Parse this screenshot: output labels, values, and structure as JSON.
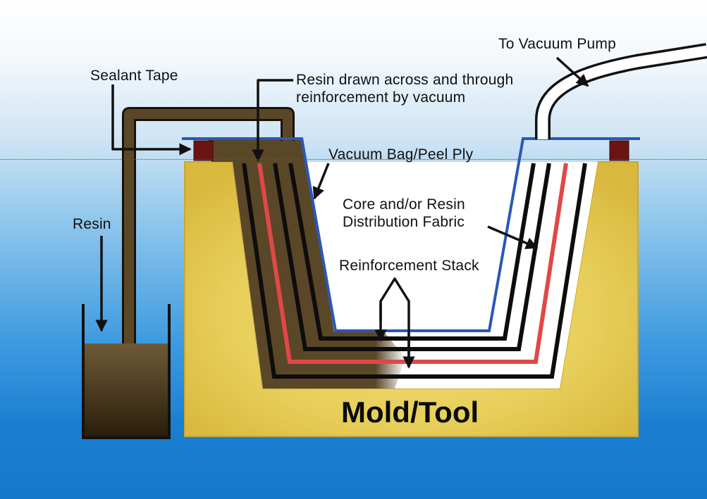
{
  "labels": {
    "to_vacuum_pump": "To Vacuum Pump",
    "sealant_tape": "Sealant Tape",
    "resin_drawn_line1": "Resin drawn across and through",
    "resin_drawn_line2": "reinforcement by vacuum",
    "vacuum_bag": "Vacuum Bag/Peel Ply",
    "core_line1": "Core and/or Resin",
    "core_line2": "Distribution Fabric",
    "resin": "Resin",
    "reinforcement_stack": "Reinforcement Stack",
    "mold_tool": "Mold/Tool"
  },
  "colors": {
    "mold": "#e8cf5c",
    "resin": "#5a4727",
    "bag": "#2a58b8",
    "core": "#e04848",
    "sealant": "#6b1414"
  }
}
